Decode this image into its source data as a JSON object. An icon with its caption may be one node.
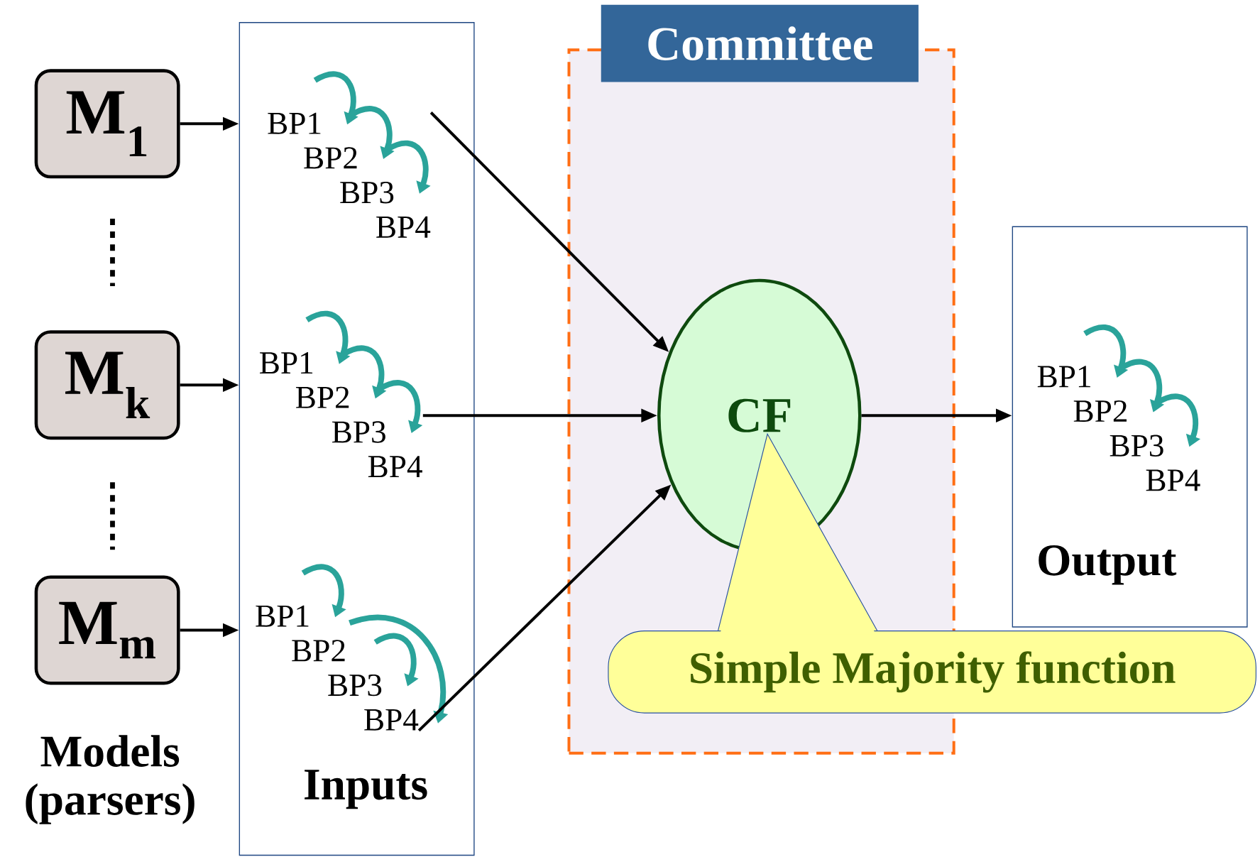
{
  "diagram": {
    "nodes": [
      {
        "text": [
          "M$_{1}$"
        ]
      },
      {
        "text": [
          "M$_{k}$"
        ]
      },
      {
        "text": [
          "M$_{m}$"
        ]
      },
      {
        "text": [
          "Inputs"
        ]
      },
      {
        "text": [
          "BP1",
          "BP2",
          "BP3",
          "BP4"
        ],
        "in": 3
      },
      {
        "text": [
          "BP1",
          "BP2",
          "BP3",
          "BP4"
        ],
        "in": 3
      },
      {
        "text": [
          "BP1",
          "BP2",
          "BP3",
          "BP4"
        ],
        "in": 3
      },
      {
        "text": [
          "Committee"
        ]
      },
      {
        "text": [
          "CF"
        ],
        "in": 7
      },
      {
        "text": [
          "Simple Majority function"
        ]
      },
      {
        "text": [
          "Output"
        ]
      },
      {
        "text": [
          "BP1",
          "BP2",
          "BP3",
          "BP4"
        ],
        "in": 10
      }
    ],
    "edges": [
      {
        "from": 0,
        "to": 3,
        "arrow": "to"
      },
      {
        "from": 1,
        "to": 3,
        "arrow": "to"
      },
      {
        "from": 2,
        "to": 3,
        "arrow": "to"
      },
      {
        "from": 4,
        "to": 8,
        "arrow": "to"
      },
      {
        "from": 5,
        "to": 8,
        "arrow": "to"
      },
      {
        "from": 6,
        "to": 8,
        "arrow": "to"
      },
      {
        "from": 8,
        "to": 10,
        "arrow": "to"
      }
    ],
    "labels": [
      "Models (parsers)"
    ]
  }
}
